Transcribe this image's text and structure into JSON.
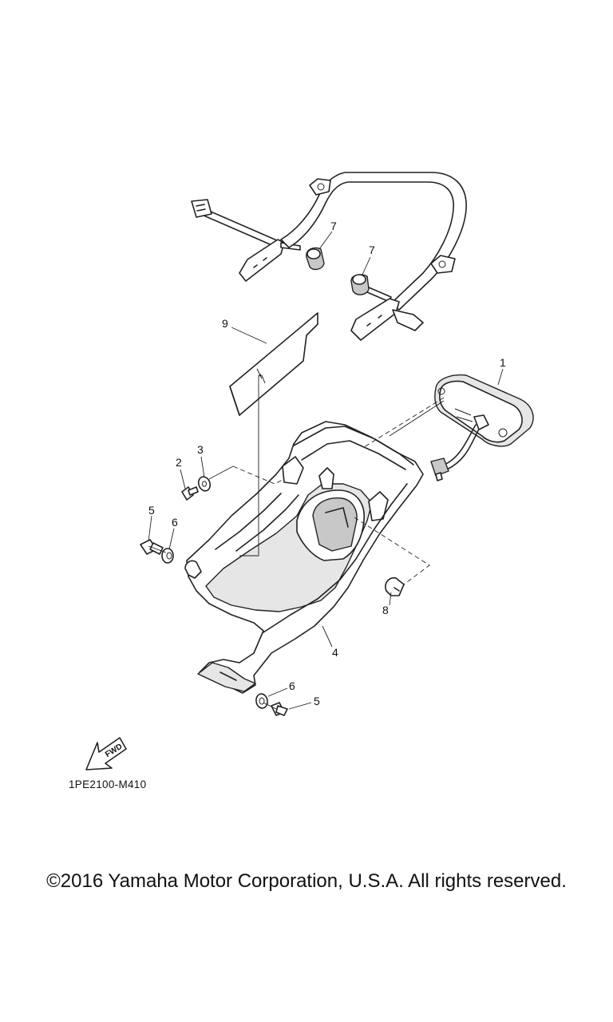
{
  "diagram": {
    "callouts": [
      "1",
      "2",
      "3",
      "4",
      "5",
      "6",
      "7",
      "8",
      "9"
    ],
    "fwd_label": "FWD",
    "code": "1PE2100-M410"
  },
  "footer": {
    "copyright": "©2016 Yamaha Motor Corporation, U.S.A. All rights reserved."
  }
}
